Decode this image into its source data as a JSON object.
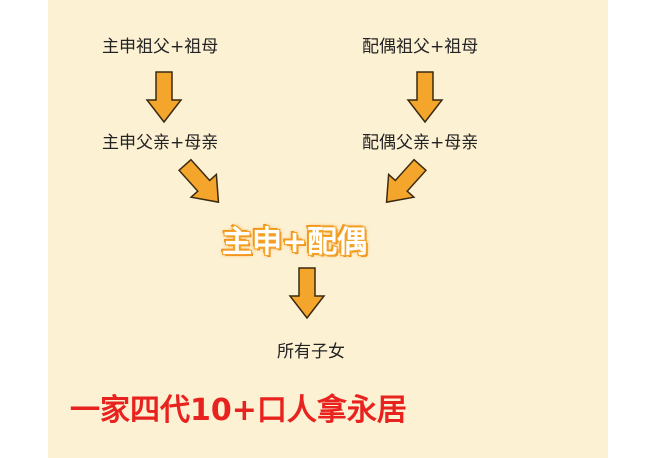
{
  "nodes": {
    "main_grandparents": "主申祖父+祖母",
    "spouse_grandparents": "配偶祖父+祖母",
    "main_parents": "主申父亲+母亲",
    "spouse_parents": "配偶父亲+母亲",
    "couple": "主申+配偶",
    "children": "所有子女"
  },
  "slogan": "一家四代10+口人拿永居",
  "colors": {
    "background": "#fdf1d4",
    "arrow_fill": "#f4a52b",
    "arrow_stroke": "#3a2a10",
    "slogan": "#e8231f",
    "couple_glow": "#f4a52b"
  }
}
